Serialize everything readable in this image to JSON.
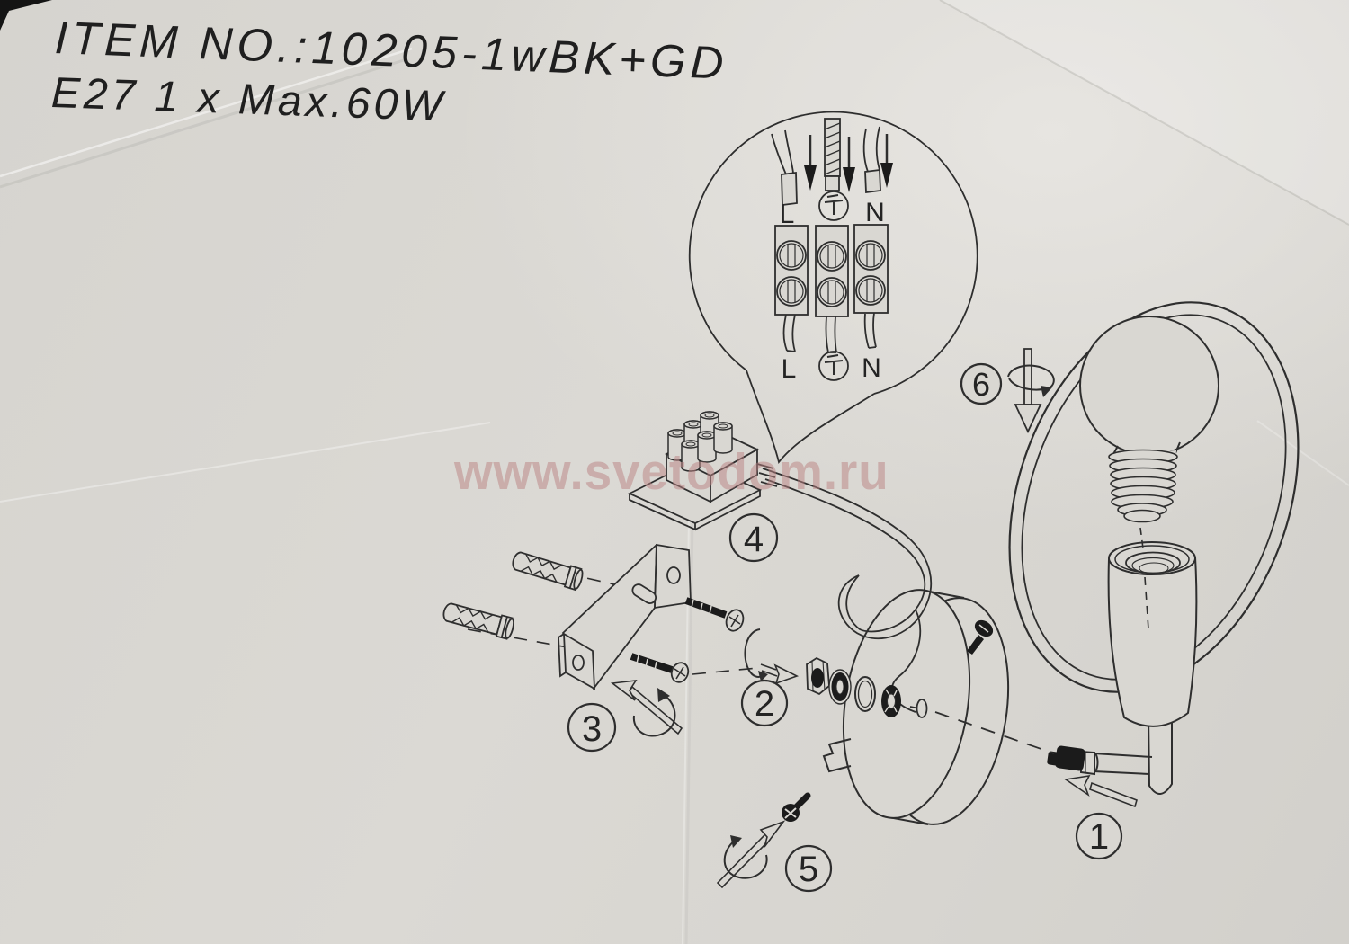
{
  "document": {
    "item_no": "ITEM NO.:10205-1wBK+GD",
    "spec": "E27 1 x Max.60W"
  },
  "watermark": {
    "text": "www.svetodom.ru"
  },
  "wiring_diagram": {
    "incoming_labels": {
      "live": "L",
      "neutral": "N"
    },
    "outgoing_labels": {
      "live": "L",
      "neutral": "N"
    },
    "earth_icon": "earth-ground-symbol"
  },
  "steps": {
    "s1": "1",
    "s2": "2",
    "s3": "3",
    "s4": "4",
    "s5": "5",
    "s6": "6"
  },
  "colors": {
    "paper": "#d9d7d2",
    "ink": "#2e2e2e",
    "dark": "#1b1b1b",
    "watermark_pink": "#ba8282"
  }
}
